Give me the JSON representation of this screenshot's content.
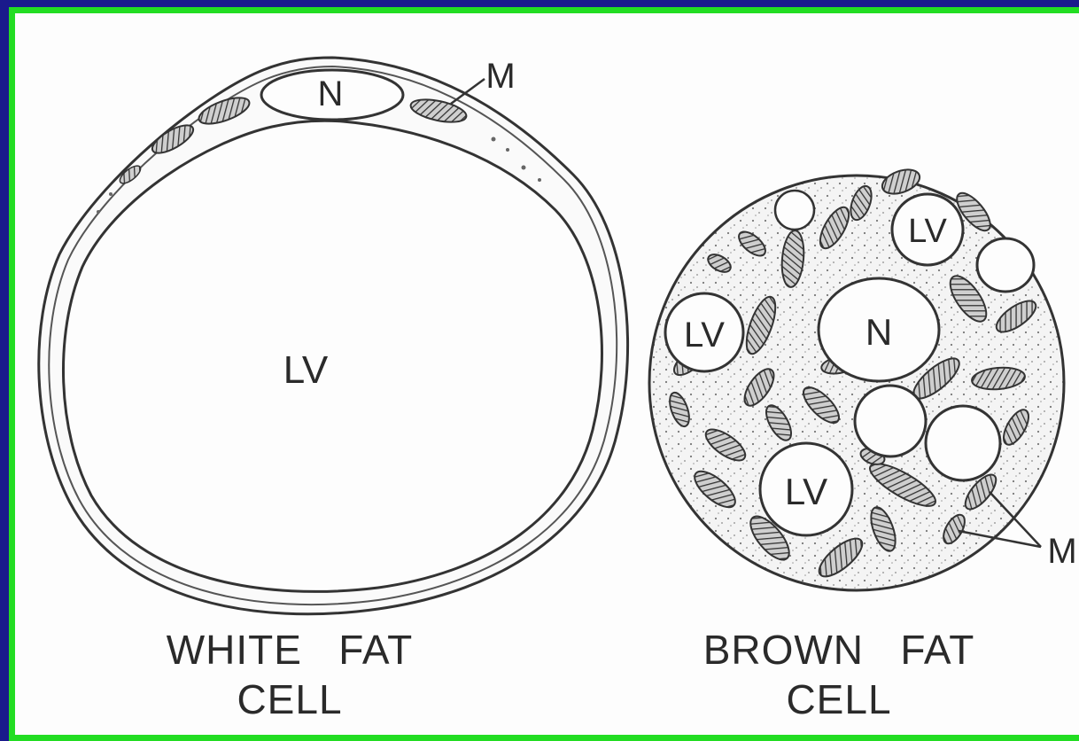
{
  "white_cell": {
    "nucleus_label": "N",
    "lipid_label": "LV",
    "mito_label": "M",
    "caption_line1": "WHITE   FAT",
    "caption_line2": "CELL"
  },
  "brown_cell": {
    "nucleus_label": "N",
    "lipid_label_top": "LV",
    "lipid_label_left": "LV",
    "lipid_label_bottom": "LV",
    "mito_label": "M",
    "caption_line1": "BROWN   FAT",
    "caption_line2": "CELL"
  },
  "colors": {
    "background": "#1a1a8c",
    "border": "#22dd22",
    "panel": "#fdfdfd",
    "ink": "#2a2a2a"
  }
}
